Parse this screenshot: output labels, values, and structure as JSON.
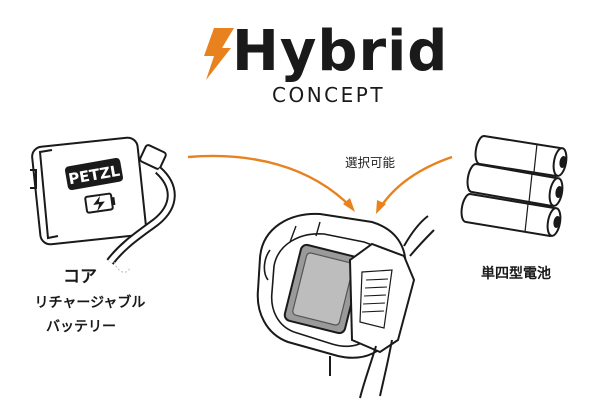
{
  "logo": {
    "wordmark": "Hybrid",
    "subtitle": "CONCEPT",
    "accent_color": "#e8821e",
    "icon": "lightning-bolt-icon"
  },
  "battery_pack": {
    "brand": "PETZL",
    "icon": "charging-battery-icon"
  },
  "labels": {
    "either": "選択可能",
    "core_line1": "コア",
    "core_line2": "リチャージャブル",
    "core_line3": "バッテリー",
    "aaa": "単四型電池"
  },
  "colors": {
    "arrow": "#e8821e",
    "line": "#1a1a1a",
    "background": "#ffffff"
  }
}
